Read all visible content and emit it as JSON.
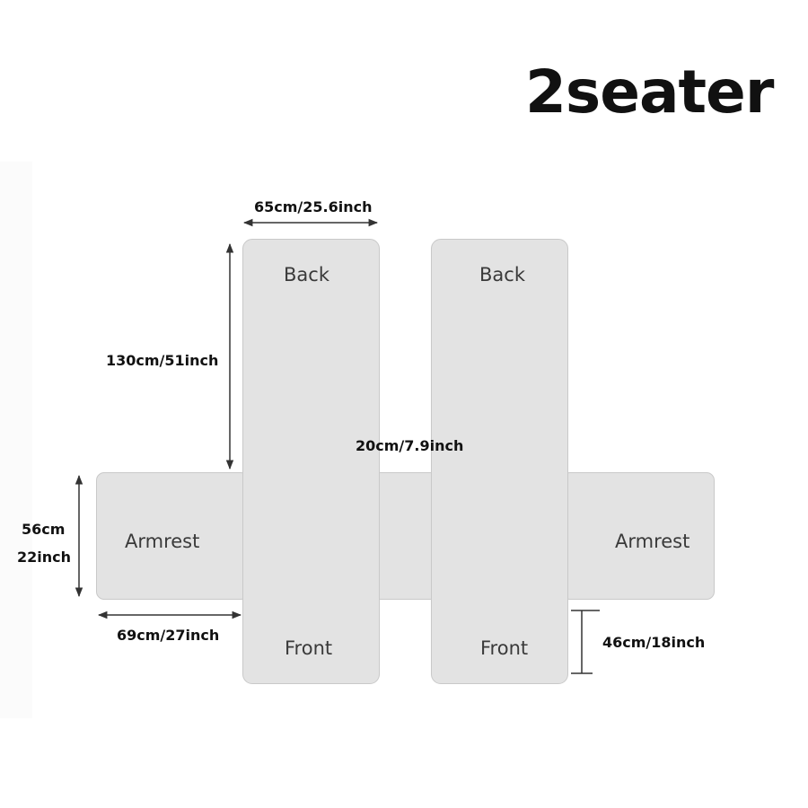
{
  "title": "2seater",
  "panels": {
    "back_left": "Back",
    "back_right": "Back",
    "front_left": "Front",
    "front_right": "Front",
    "armrest_left": "Armrest",
    "armrest_right": "Armrest"
  },
  "dimensions": {
    "back_width": "65cm/25.6inch",
    "back_length": "130cm/51inch",
    "middle_strip": "20cm/7.9inch",
    "armrest_height_cm": "56cm",
    "armrest_height_inch": "22inch",
    "armrest_width": "69cm/27inch",
    "front_drop": "46cm/18inch"
  },
  "colors": {
    "panel_fill": "#e3e3e3",
    "panel_border": "#c9c9c9",
    "text": "#111111",
    "arrow": "#333333"
  }
}
